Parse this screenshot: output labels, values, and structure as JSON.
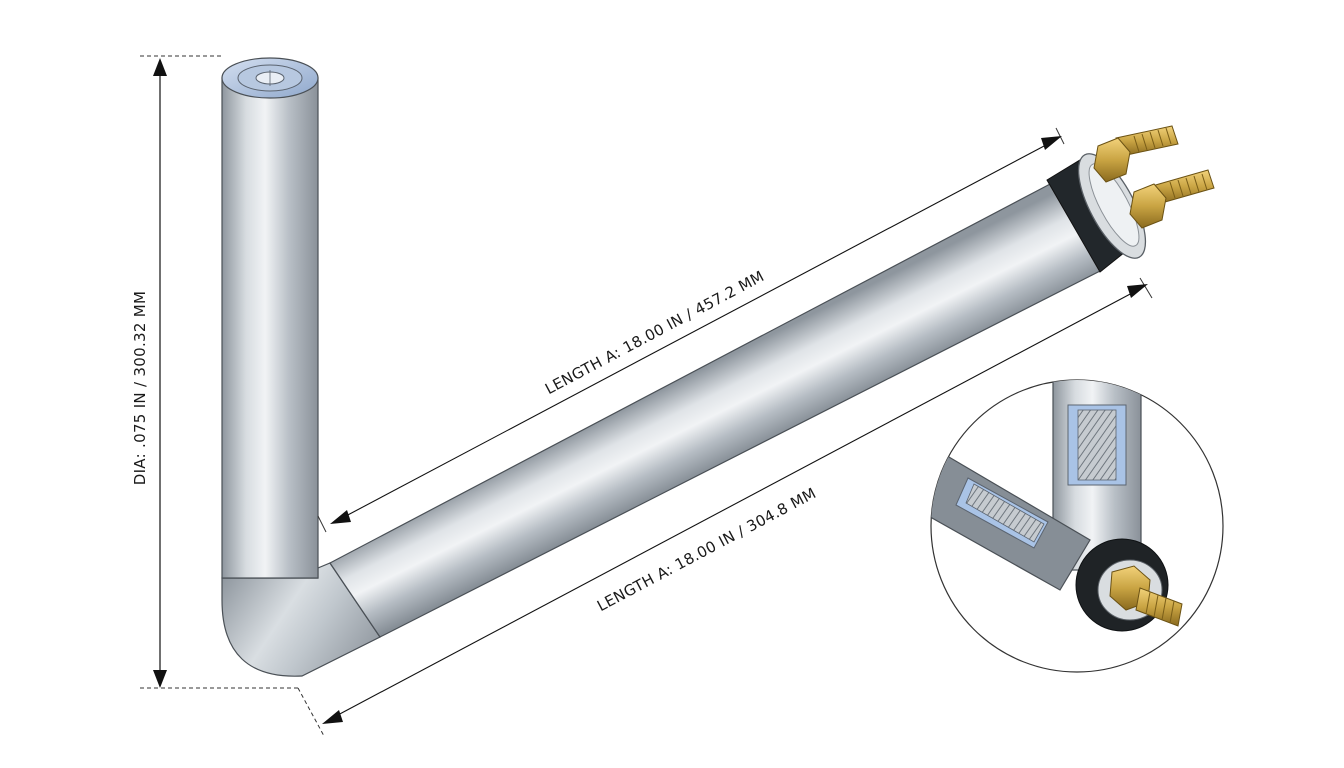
{
  "dimensions": {
    "vertical_label": "DIA: .075 IN / 300.32 MM",
    "upper_length_label": "LENGTH A: 18.00 IN / 457.2 MM",
    "lower_length_label": "LENGTH A: 18.00 IN / 304.8 MM"
  },
  "colors": {
    "tube_mid": "#c3c9cf",
    "tube_light": "#f1f3f5",
    "tube_dark": "#8e969e",
    "brass": "#c9a443",
    "seal": "#1f2326",
    "insulation": "#a9c3e6"
  }
}
